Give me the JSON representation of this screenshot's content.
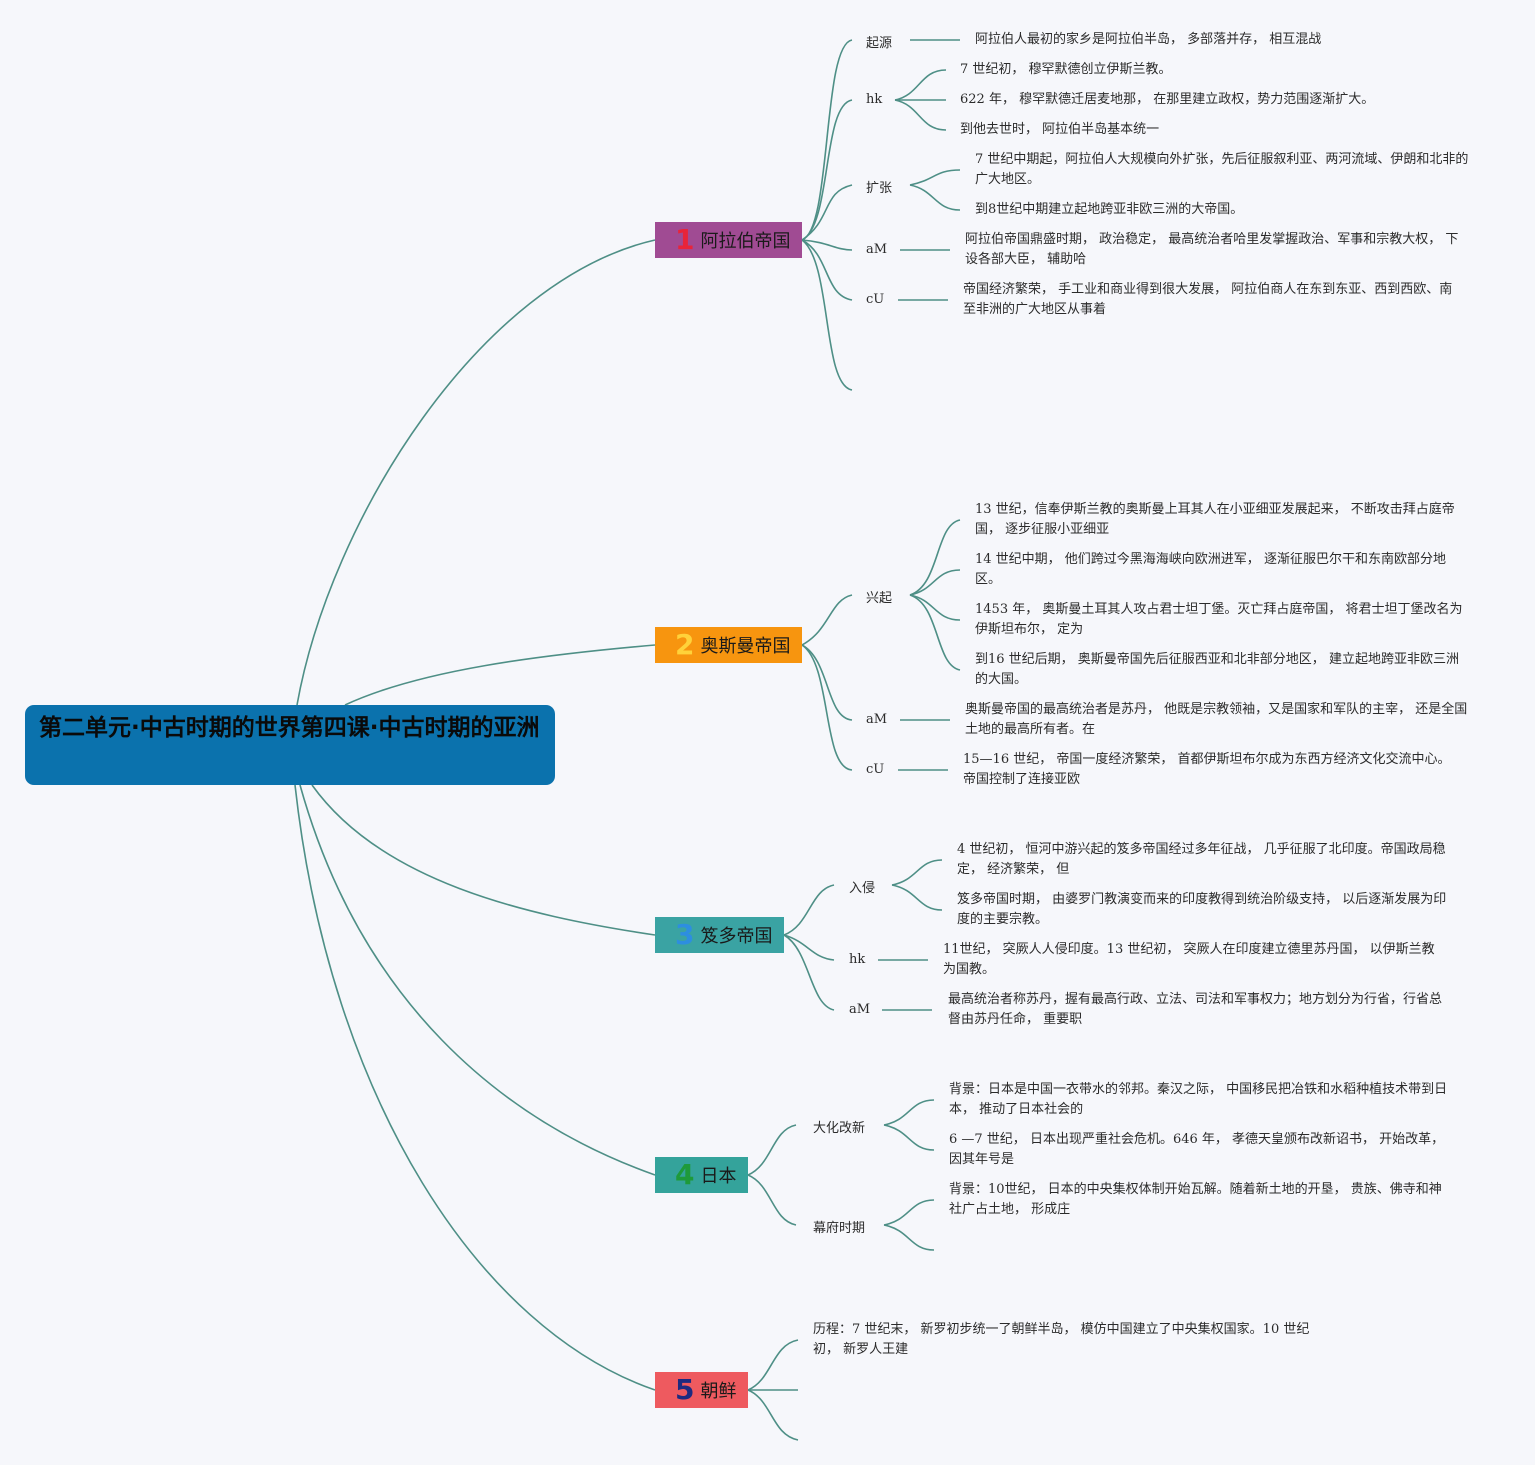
{
  "root": {
    "title": "第二单元·中古时期的世界第四课·中古时期的亚洲"
  },
  "colors": {
    "root": "#0b72ad",
    "connector": "#4e8f86",
    "b1_bg": "#a04b93",
    "b1_num": "#e8243a",
    "b2_bg": "#f7950f",
    "b2_num": "#ffd23a",
    "b3_bg": "#3aa3a3",
    "b3_num": "#2d8ee0",
    "b4_bg": "#34a39b",
    "b4_num": "#1e9a3a",
    "b5_bg": "#ee5a5f",
    "b5_num": "#1d2a80"
  },
  "branches": [
    {
      "num": "1",
      "label": "阿拉伯帝国",
      "subs": [
        {
          "label": "起源",
          "leaves": [
            "阿拉伯人最初的家乡是阿拉伯半岛， 多部落并存， 相互混战"
          ]
        },
        {
          "label": "hk",
          "leaves": [
            "7 世纪初， 穆罕默德创立伊斯兰教。",
            "622 年， 穆罕默德迁居麦地那， 在那里建立政权，势力范围逐渐扩大。",
            "到他去世时， 阿拉伯半岛基本统一"
          ]
        },
        {
          "label": "扩张",
          "leaves": [
            "7 世纪中期起，阿拉伯人大规模向外扩张，先后征服叙利亚、两河流域、伊朗和北非的广大地区。",
            "到8世纪中期建立起地跨亚非欧三洲的大帝国。"
          ]
        },
        {
          "label": "aM",
          "leaves": [
            "阿拉伯帝国鼎盛时期， 政治稳定， 最高统治者哈里发掌握政治、军事和宗教大权， 下设各部大臣， 辅助哈"
          ]
        },
        {
          "label": "cU",
          "leaves": [
            "帝国经济繁荣， 手工业和商业得到很大发展， 阿拉伯商人在东到东亚、西到西欧、南至非洲的广大地区从事着"
          ]
        }
      ]
    },
    {
      "num": "2",
      "label": "奥斯曼帝国",
      "subs": [
        {
          "label": "兴起",
          "leaves": [
            "13 世纪，信奉伊斯兰教的奥斯曼上耳其人在小亚细亚发展起来， 不断攻击拜占庭帝国， 逐步征服小亚细亚",
            "14 世纪中期， 他们跨过今黑海海峡向欧洲进军， 逐渐征服巴尔干和东南欧部分地区。",
            "1453 年， 奥斯曼土耳其人攻占君士坦丁堡。灭亡拜占庭帝国， 将君士坦丁堡改名为伊斯坦布尔， 定为",
            "到16 世纪后期， 奥斯曼帝国先后征服西亚和北非部分地区， 建立起地跨亚非欧三洲的大国。"
          ]
        },
        {
          "label": "aM",
          "leaves": [
            "奥斯曼帝国的最高统治者是苏丹， 他既是宗教领袖，又是国家和军队的主宰， 还是全国土地的最高所有者。在"
          ]
        },
        {
          "label": "cU",
          "leaves": [
            "15—16 世纪， 帝国一度经济繁荣， 首都伊斯坦布尔成为东西方经济文化交流中心。帝国控制了连接亚欧"
          ]
        }
      ]
    },
    {
      "num": "3",
      "label": "笈多帝国",
      "subs": [
        {
          "label": "入侵",
          "leaves": [
            "4 世纪初， 恒河中游兴起的笈多帝国经过多年征战， 几乎征服了北印度。帝国政局稳定， 经济繁荣， 但",
            "笈多帝国时期， 由婆罗门教演变而来的印度教得到统治阶级支持， 以后逐渐发展为印度的主要宗教。"
          ]
        },
        {
          "label": "hk",
          "leaves": [
            "11世纪， 突厥人人侵印度。13 世纪初， 突厥人在印度建立德里苏丹国， 以伊斯兰教为国教。"
          ]
        },
        {
          "label": "aM",
          "leaves": [
            "最高统治者称苏丹，握有最高行政、立法、司法和军事权力；地方划分为行省，行省总督由苏丹任命， 重要职"
          ]
        }
      ]
    },
    {
      "num": "4",
      "label": "日本",
      "subs": [
        {
          "label": "大化改新",
          "leaves": [
            "背景：日本是中国一衣带水的邻邦。秦汉之际， 中国移民把冶铁和水稻种植技术带到日本， 推动了日本社会的",
            "6 —7 世纪， 日本出现严重社会危机。646 年， 孝德天皇颁布改新诏书， 开始改革， 因其年号是"
          ]
        },
        {
          "label": "幕府时期",
          "leaves": [
            "背景：10世纪， 日本的中央集权体制开始瓦解。随着新土地的开垦， 贵族、佛寺和神社广占土地， 形成庄"
          ]
        }
      ]
    },
    {
      "num": "5",
      "label": "朝鲜",
      "subs": [],
      "leaves": [
        "历程：7 世纪末， 新罗初步统一了朝鲜半岛， 模仿中国建立了中央集权国家。10 世纪初， 新罗人王建"
      ]
    }
  ]
}
